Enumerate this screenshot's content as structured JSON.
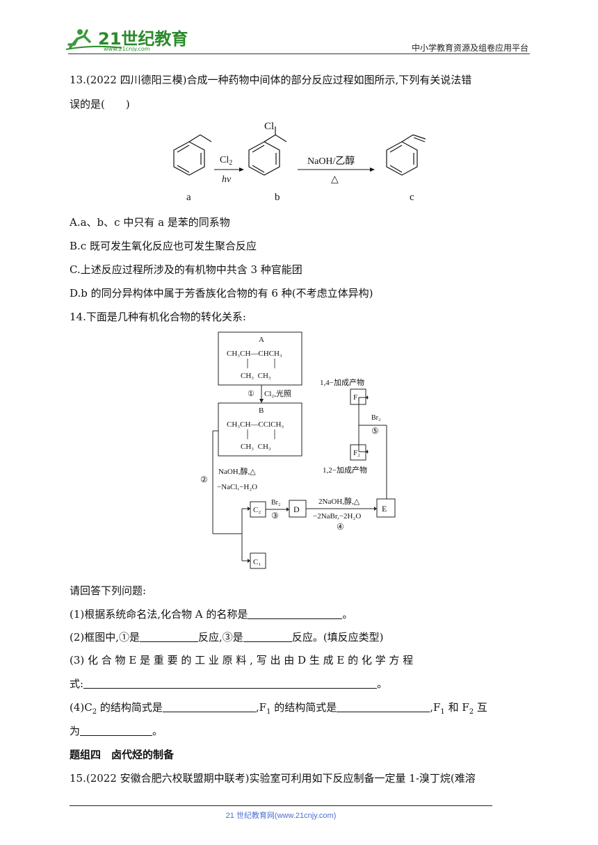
{
  "header": {
    "logo_text": "21世纪教育",
    "logo_url": "www.21cnjy.com",
    "right_text": "中小学教育资源及组卷应用平台"
  },
  "q13": {
    "line1": "13.(2022 四川德阳三模)合成一种药物中间体的部分反应过程如图所示,下列有关说法错",
    "line2": "误的是(　　)",
    "diagram": {
      "cl_label": "Cl",
      "arrow1_top": "Cl",
      "arrow1_top_sub": "2",
      "arrow1_bottom": "hν",
      "arrow2_top": "NaOH/乙醇",
      "arrow2_bottom": "△",
      "label_a": "a",
      "label_b": "b",
      "label_c": "c"
    },
    "options": [
      "A.a、b、c 中只有 a 是苯的同系物",
      "B.c 既可发生氧化反应也可发生聚合反应",
      "C.上述反应过程所涉及的有机物中共含 3 种官能团",
      "D.b 的同分异构体中属于芳香族化合物的有 6 种(不考虑立体异构)"
    ]
  },
  "q14": {
    "intro": "14.下面是几种有机化合物的转化关系:",
    "diagram": {
      "box_a_label": "A",
      "box_a_formula": "CH₃CH—CHCH₃",
      "box_a_sub": "CH₃  CH₃",
      "step1": "①",
      "step1_cond": "Cl₂,光照",
      "box_b_label": "B",
      "box_b_formula": "CH₃CH—CClCH₃",
      "box_b_sub": "CH₃  CH₃",
      "step2": "②",
      "step2_cond1": "NaOH,醇,△",
      "step2_cond2": "−NaCl,−H₂O",
      "c2": "C₂",
      "c1": "C₁",
      "d": "D",
      "e": "E",
      "f1": "F₁",
      "f2": "F₂",
      "br2_a": "Br₂",
      "step3": "③",
      "step4_cond1": "2NaOH,醇,△",
      "step4_cond2": "−2NaBr,−2H₂O",
      "step4": "④",
      "br2_b": "Br₂",
      "step5": "⑤",
      "f1_label": "1,4−加成产物",
      "f2_label": "1,2−加成产物"
    },
    "prompt": "请回答下列问题:",
    "q1_a": "(1)根据系统命名法,化合物 A 的名称是",
    "q1_b": "。",
    "q2_a": "(2)框图中,①是",
    "q2_b": "反应,③是",
    "q2_c": "反应。(填反应类型)",
    "q3_line1": "(3) 化 合 物  E  是 重 要 的 工 业 原 料 , 写 出 由  D  生 成  E  的 化 学 方 程",
    "q3_a": "式:",
    "q3_b": "。",
    "q4_a": "(4)C",
    "q4_sub": "2",
    "q4_b": " 的结构简式是",
    "q4_c": ",F",
    "q4_sub2": "1",
    "q4_d": " 的结构简式是",
    "q4_e": ",F",
    "q4_sub3": "1",
    "q4_f": " 和 F",
    "q4_sub4": "2",
    "q4_g": " 互",
    "q4_line2_a": "为",
    "q4_line2_b": "。"
  },
  "section4": "题组四　卤代烃的制备",
  "q15": "15.(2022 安徽合肥六校联盟期中联考)实验室可利用如下反应制备一定量 1-溴丁烷(难溶",
  "footer": "21 世纪教育网(www.21cnjy.com)"
}
